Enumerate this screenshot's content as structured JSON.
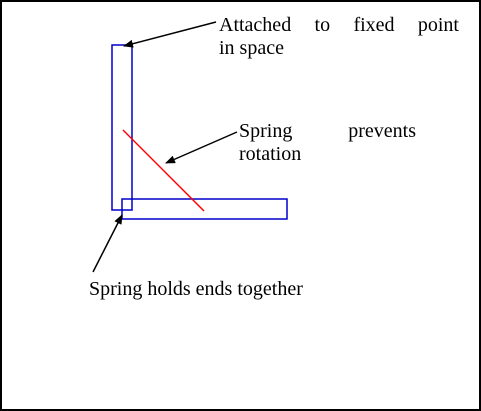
{
  "labels": {
    "fixed_point": {
      "line1": [
        "Attached",
        "to",
        "fixed",
        "point"
      ],
      "line2": "in space"
    },
    "spring_rotation": {
      "line1": [
        "Spring",
        "prevents"
      ],
      "line2": "rotation"
    },
    "spring_ends": "Spring holds ends together"
  },
  "colors": {
    "beam": "#0000cc",
    "spring": "#ff0000",
    "arrow": "#000000",
    "text": "#000000",
    "frame": "#000000"
  }
}
